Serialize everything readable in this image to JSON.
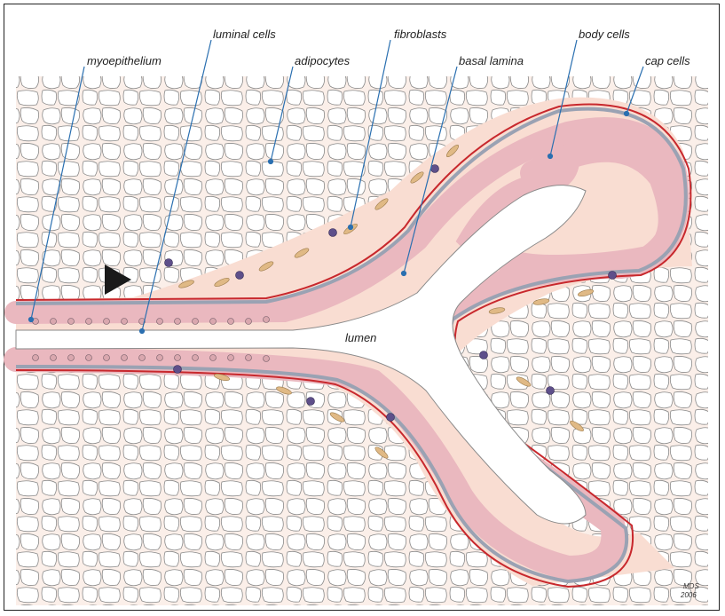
{
  "labels": {
    "myoepithelium": "myoepithelium",
    "luminal_cells": "luminal cells",
    "adipocytes": "adipocytes",
    "fibroblasts": "fibroblasts",
    "basal_lamina": "basal lamina",
    "body_cells": "body cells",
    "cap_cells": "cap cells",
    "lumen": "lumen"
  },
  "signature": {
    "line1": "MDS",
    "line2": "2006"
  },
  "colors": {
    "stroma": "#f9ddd2",
    "basal_lamina": "#c8282d",
    "epithelium": "#eab8bf",
    "myoepithelium": "#9aa2b3",
    "fibroblast": "#e0b985",
    "immune_cell": "#5e4f8a",
    "leader_line": "#2a6fb0",
    "adipocyte_stroke": "#8a8a8a"
  },
  "icons": {
    "arrowhead": "black-triangle-arrowhead"
  }
}
